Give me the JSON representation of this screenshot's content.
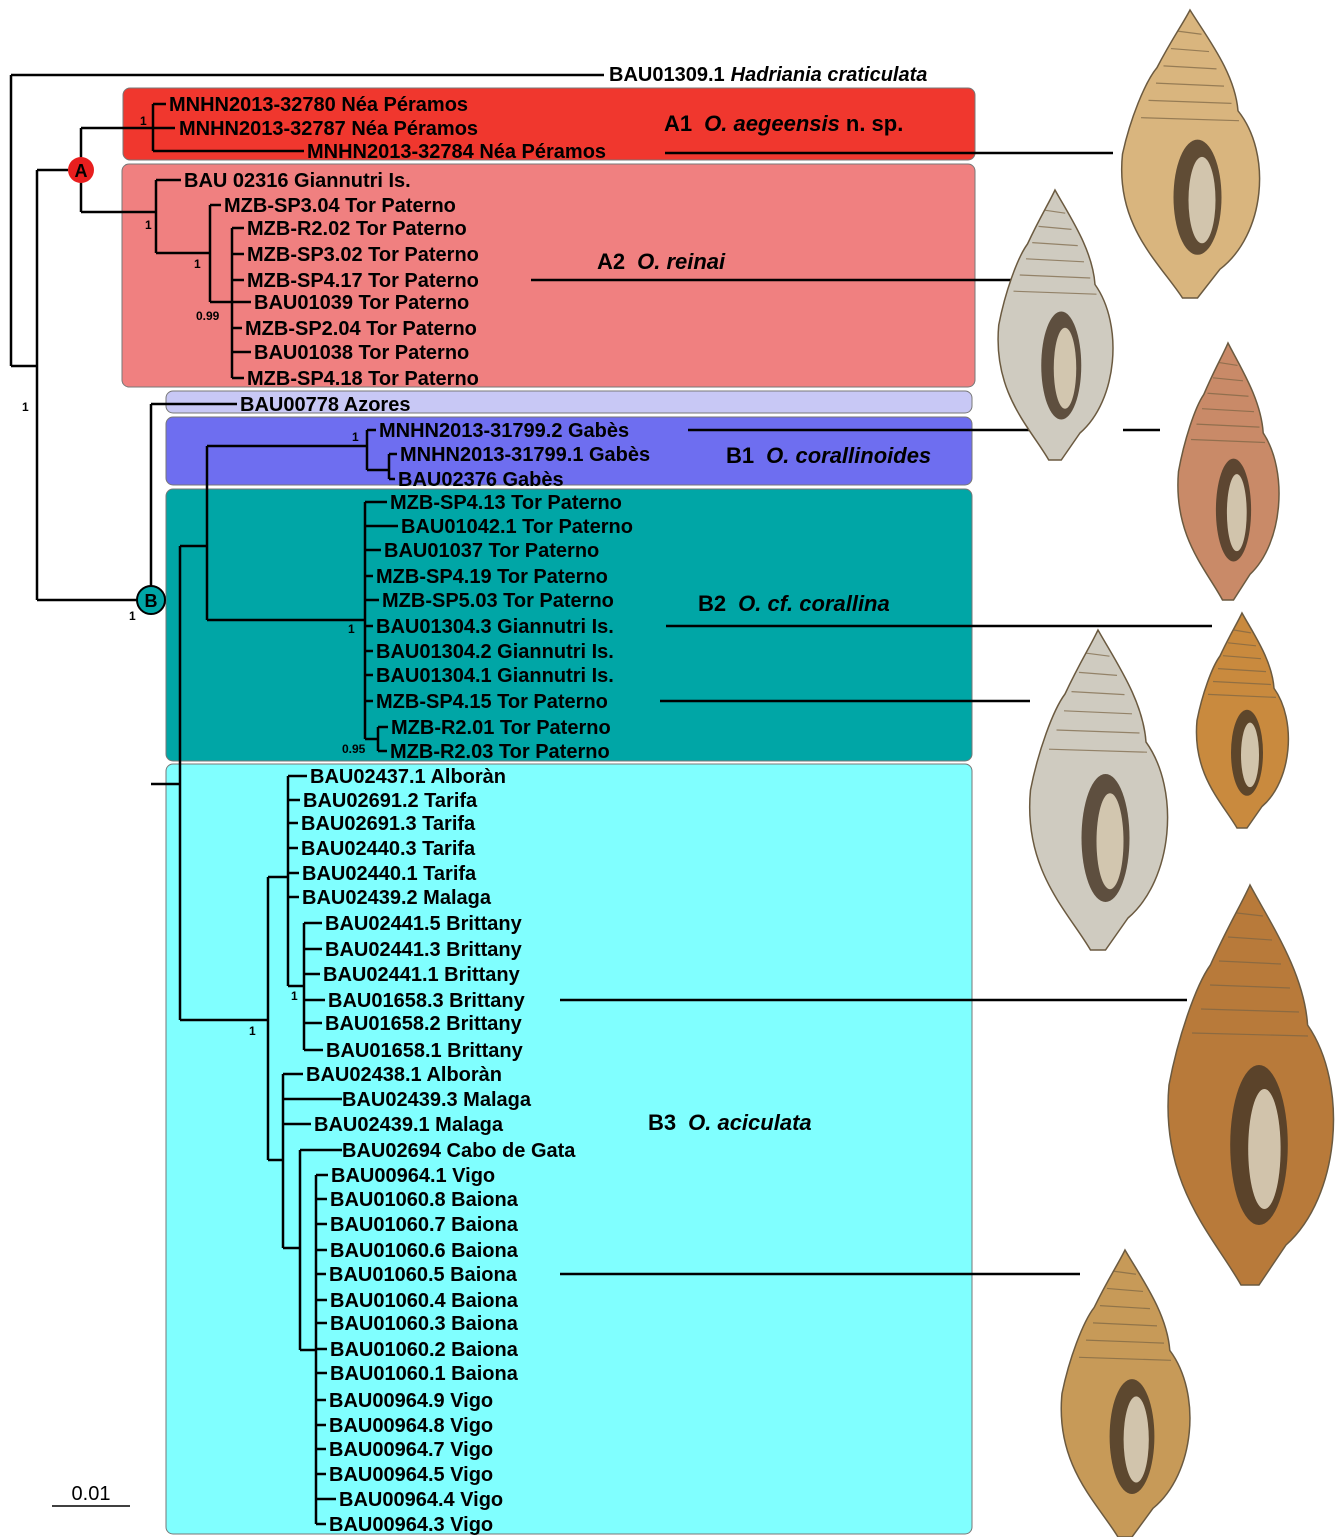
{
  "outgroup": {
    "code": "BAU01309.1",
    "species": "Hadriania craticulata"
  },
  "nodes": {
    "A": "A",
    "B": "B"
  },
  "clades": {
    "A1": {
      "id": "A1",
      "name": "O. aegeensis",
      "suffix": "n. sp.",
      "color": "#f0372e"
    },
    "A2": {
      "id": "A2",
      "name": "O. reinai",
      "color": "#f08080"
    },
    "azores": {
      "color": "#c8c8f5"
    },
    "B1": {
      "id": "B1",
      "name": "O. corallinoides",
      "color": "#6e6ef0"
    },
    "B2": {
      "id": "B2",
      "name": "O. cf. corallina",
      "name_plain": "O. cf. ",
      "name_italic": "corallina",
      "color": "#00a6a6"
    },
    "B3": {
      "id": "B3",
      "name": "O. aciculata",
      "color": "#80ffff"
    }
  },
  "node_colors": {
    "A": "#e81e1e",
    "B": "#00a6a6"
  },
  "taxa": [
    "MNHN2013-32780 Néa Péramos",
    "MNHN2013-32787 Néa Péramos",
    "MNHN2013-32784 Néa Péramos",
    "BAU 02316 Giannutri Is.",
    "MZB-SP3.04 Tor Paterno",
    "MZB-R2.02 Tor Paterno",
    "MZB-SP3.02 Tor Paterno",
    "MZB-SP4.17 Tor Paterno",
    "BAU01039 Tor Paterno",
    "MZB-SP2.04 Tor Paterno",
    "BAU01038 Tor Paterno",
    "MZB-SP4.18 Tor Paterno",
    "BAU00778 Azores",
    "MNHN2013-31799.2 Gabès",
    "MNHN2013-31799.1 Gabès",
    "BAU02376 Gabès",
    "MZB-SP4.13 Tor Paterno",
    "BAU01042.1 Tor Paterno",
    "BAU01037 Tor Paterno",
    "MZB-SP4.19 Tor Paterno",
    "MZB-SP5.03 Tor Paterno",
    "BAU01304.3 Giannutri Is.",
    "BAU01304.2 Giannutri Is.",
    "BAU01304.1 Giannutri Is.",
    "MZB-SP4.15 Tor Paterno",
    "MZB-R2.01 Tor Paterno",
    "MZB-R2.03 Tor Paterno",
    "BAU02437.1 Alboràn",
    "BAU02691.2 Tarifa",
    "BAU02691.3 Tarifa",
    "BAU02440.3 Tarifa",
    "BAU02440.1 Tarifa",
    "BAU02439.2 Malaga",
    "BAU02441.5 Brittany",
    "BAU02441.3 Brittany",
    "BAU02441.1 Brittany",
    "BAU01658.3 Brittany",
    "BAU01658.2 Brittany",
    "BAU01658.1 Brittany",
    "BAU02438.1 Alboràn",
    "BAU02439.3 Malaga",
    "BAU02439.1 Malaga",
    "BAU02694 Cabo de Gata",
    "BAU00964.1 Vigo",
    "BAU01060.8 Baiona",
    "BAU01060.7 Baiona",
    "BAU01060.6 Baiona",
    "BAU01060.5 Baiona",
    "BAU01060.4 Baiona",
    "BAU01060.3 Baiona",
    "BAU01060.2 Baiona",
    "BAU01060.1 Baiona",
    "BAU00964.9 Vigo",
    "BAU00964.8 Vigo",
    "BAU00964.7 Vigo",
    "BAU00964.5 Vigo",
    "BAU00964.4 Vigo",
    "BAU00964.3 Vigo"
  ],
  "support": {
    "a1": "1",
    "a2_inner": "1",
    "a2_sub": "1",
    "a2_099": "0.99",
    "root": "1",
    "b": "1",
    "b1": "1",
    "b2": "1",
    "b2_095": "0.95",
    "b3": "1",
    "brittany": "1"
  },
  "scale_bar": "0.01",
  "shell_colors": {
    "a1": "#d9b57e",
    "a2": "#c9c4ba",
    "b1": "#c98a68",
    "b2": "#c98a3e",
    "b3a": "#b87a3a",
    "b3b": "#c79a58",
    "greyshell": "#cfcbc0"
  }
}
